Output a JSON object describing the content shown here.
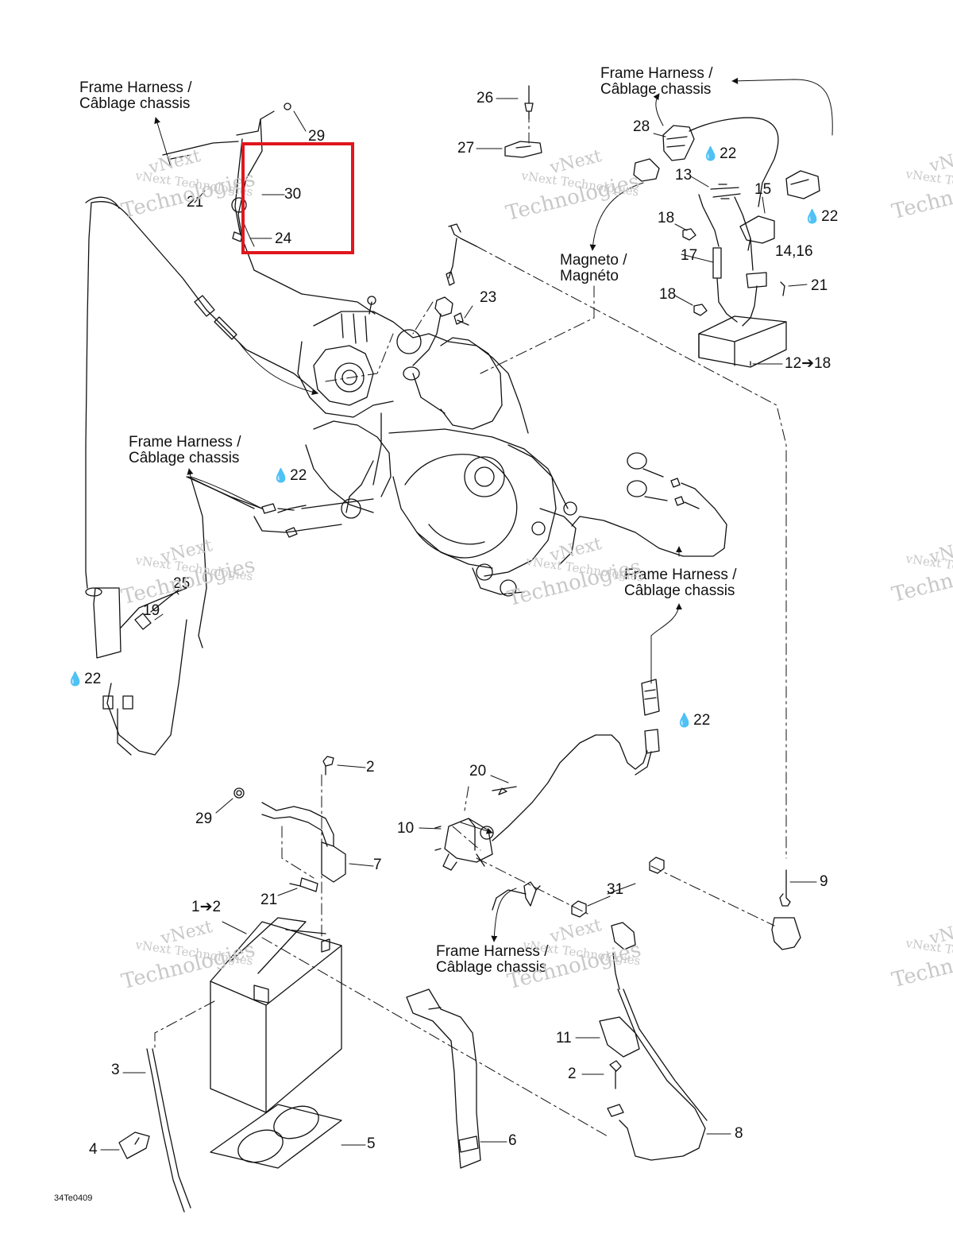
{
  "harness_label_line1": "Frame Harness /",
  "harness_label_line2": "Câblage chassis",
  "magneto_line1": "Magneto /",
  "magneto_line2": "Magnéto",
  "watermark": {
    "line1": "vNext",
    "line2": "vNext Technologies",
    "line3": "Technologies"
  },
  "diagram_code": "34Te0409",
  "drop_icon_glyph": "💧",
  "highlight_color": "#e0161e",
  "callouts": {
    "c1_2": "1➔2",
    "c2a": "2",
    "c2b": "2",
    "c3": "3",
    "c4": "4",
    "c5": "5",
    "c6": "6",
    "c7": "7",
    "c8": "8",
    "c9": "9",
    "c10": "10",
    "c11": "11",
    "c12_18": "12➔18",
    "c13": "13",
    "c14_16": "14,16",
    "c15": "15",
    "c17": "17",
    "c18a": "18",
    "c18b": "18",
    "c19": "19",
    "c20": "20",
    "c21a": "21",
    "c21b": "21",
    "c21c": "21",
    "c22a": "22",
    "c22b": "22",
    "c22c": "22",
    "c22d": "22",
    "c22e": "22",
    "c23": "23",
    "c24": "24",
    "c25": "25",
    "c26": "26",
    "c27": "27",
    "c28": "28",
    "c29a": "29",
    "c29b": "29",
    "c30": "30",
    "c31": "31"
  }
}
